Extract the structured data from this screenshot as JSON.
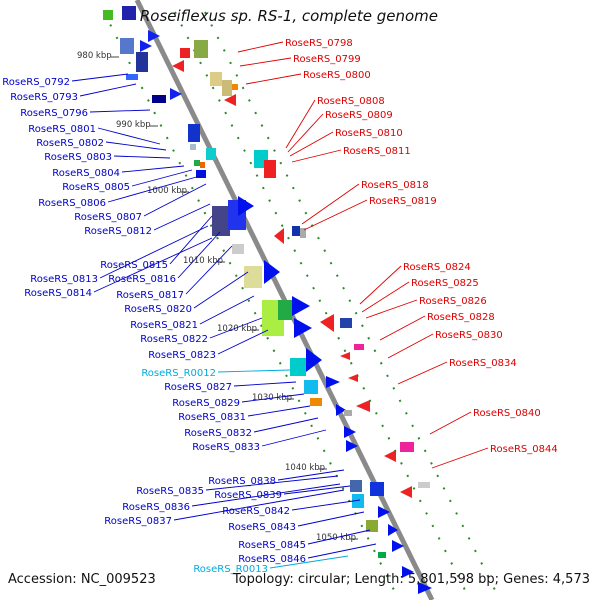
{
  "title": "Roseiflexus sp. RS-1, complete genome",
  "footer": {
    "accession": "Accession: NC_009523",
    "summary": "Topology: circular; Length: 5,801,598 bp; Genes: 4,573"
  },
  "ticks": [
    "980 kbp",
    "990 kbp",
    "1000 kbp",
    "1010 kbp",
    "1020 kbp",
    "1030 kbp",
    "1040 kbp",
    "1050 kbp"
  ],
  "left_labels": [
    {
      "text": "RoseRS_0792",
      "kind": "gene"
    },
    {
      "text": "RoseRS_0793",
      "kind": "gene"
    },
    {
      "text": "RoseRS_0796",
      "kind": "gene"
    },
    {
      "text": "RoseRS_0801",
      "kind": "gene"
    },
    {
      "text": "RoseRS_0802",
      "kind": "gene"
    },
    {
      "text": "RoseRS_0803",
      "kind": "gene"
    },
    {
      "text": "RoseRS_0804",
      "kind": "gene"
    },
    {
      "text": "RoseRS_0805",
      "kind": "gene"
    },
    {
      "text": "RoseRS_0806",
      "kind": "gene"
    },
    {
      "text": "RoseRS_0807",
      "kind": "gene"
    },
    {
      "text": "RoseRS_0812",
      "kind": "gene"
    },
    {
      "text": "RoseRS_0815",
      "kind": "gene"
    },
    {
      "text": "RoseRS_0813",
      "kind": "gene"
    },
    {
      "text": "RoseRS_0816",
      "kind": "gene"
    },
    {
      "text": "RoseRS_0814",
      "kind": "gene"
    },
    {
      "text": "RoseRS_0817",
      "kind": "gene"
    },
    {
      "text": "RoseRS_0820",
      "kind": "gene"
    },
    {
      "text": "RoseRS_0821",
      "kind": "gene"
    },
    {
      "text": "RoseRS_0822",
      "kind": "gene"
    },
    {
      "text": "RoseRS_0823",
      "kind": "gene"
    },
    {
      "text": "RoseRS_R0012",
      "kind": "rna"
    },
    {
      "text": "RoseRS_0827",
      "kind": "gene"
    },
    {
      "text": "RoseRS_0829",
      "kind": "gene"
    },
    {
      "text": "RoseRS_0831",
      "kind": "gene"
    },
    {
      "text": "RoseRS_0832",
      "kind": "gene"
    },
    {
      "text": "RoseRS_0833",
      "kind": "gene"
    },
    {
      "text": "RoseRS_0838",
      "kind": "gene"
    },
    {
      "text": "RoseRS_0835",
      "kind": "gene"
    },
    {
      "text": "RoseRS_0839",
      "kind": "gene"
    },
    {
      "text": "RoseRS_0836",
      "kind": "gene"
    },
    {
      "text": "RoseRS_0842",
      "kind": "gene"
    },
    {
      "text": "RoseRS_0837",
      "kind": "gene"
    },
    {
      "text": "RoseRS_0843",
      "kind": "gene"
    },
    {
      "text": "RoseRS_0845",
      "kind": "gene"
    },
    {
      "text": "RoseRS_0846",
      "kind": "gene"
    },
    {
      "text": "RoseRS_R0013",
      "kind": "rna"
    }
  ],
  "right_labels": [
    "RoseRS_0798",
    "RoseRS_0799",
    "RoseRS_0800",
    "RoseRS_0808",
    "RoseRS_0809",
    "RoseRS_0810",
    "RoseRS_0811",
    "RoseRS_0818",
    "RoseRS_0819",
    "RoseRS_0824",
    "RoseRS_0825",
    "RoseRS_0826",
    "RoseRS_0828",
    "RoseRS_0830",
    "RoseRS_0834",
    "RoseRS_0840",
    "RoseRS_0844"
  ],
  "colors": {
    "backbone": "#8a8a8a",
    "minus_strand_label": "#0000cc",
    "plus_strand_label": "#dd0000",
    "rna_label": "#00aadd",
    "tick_marks": "#1a8a1a"
  }
}
